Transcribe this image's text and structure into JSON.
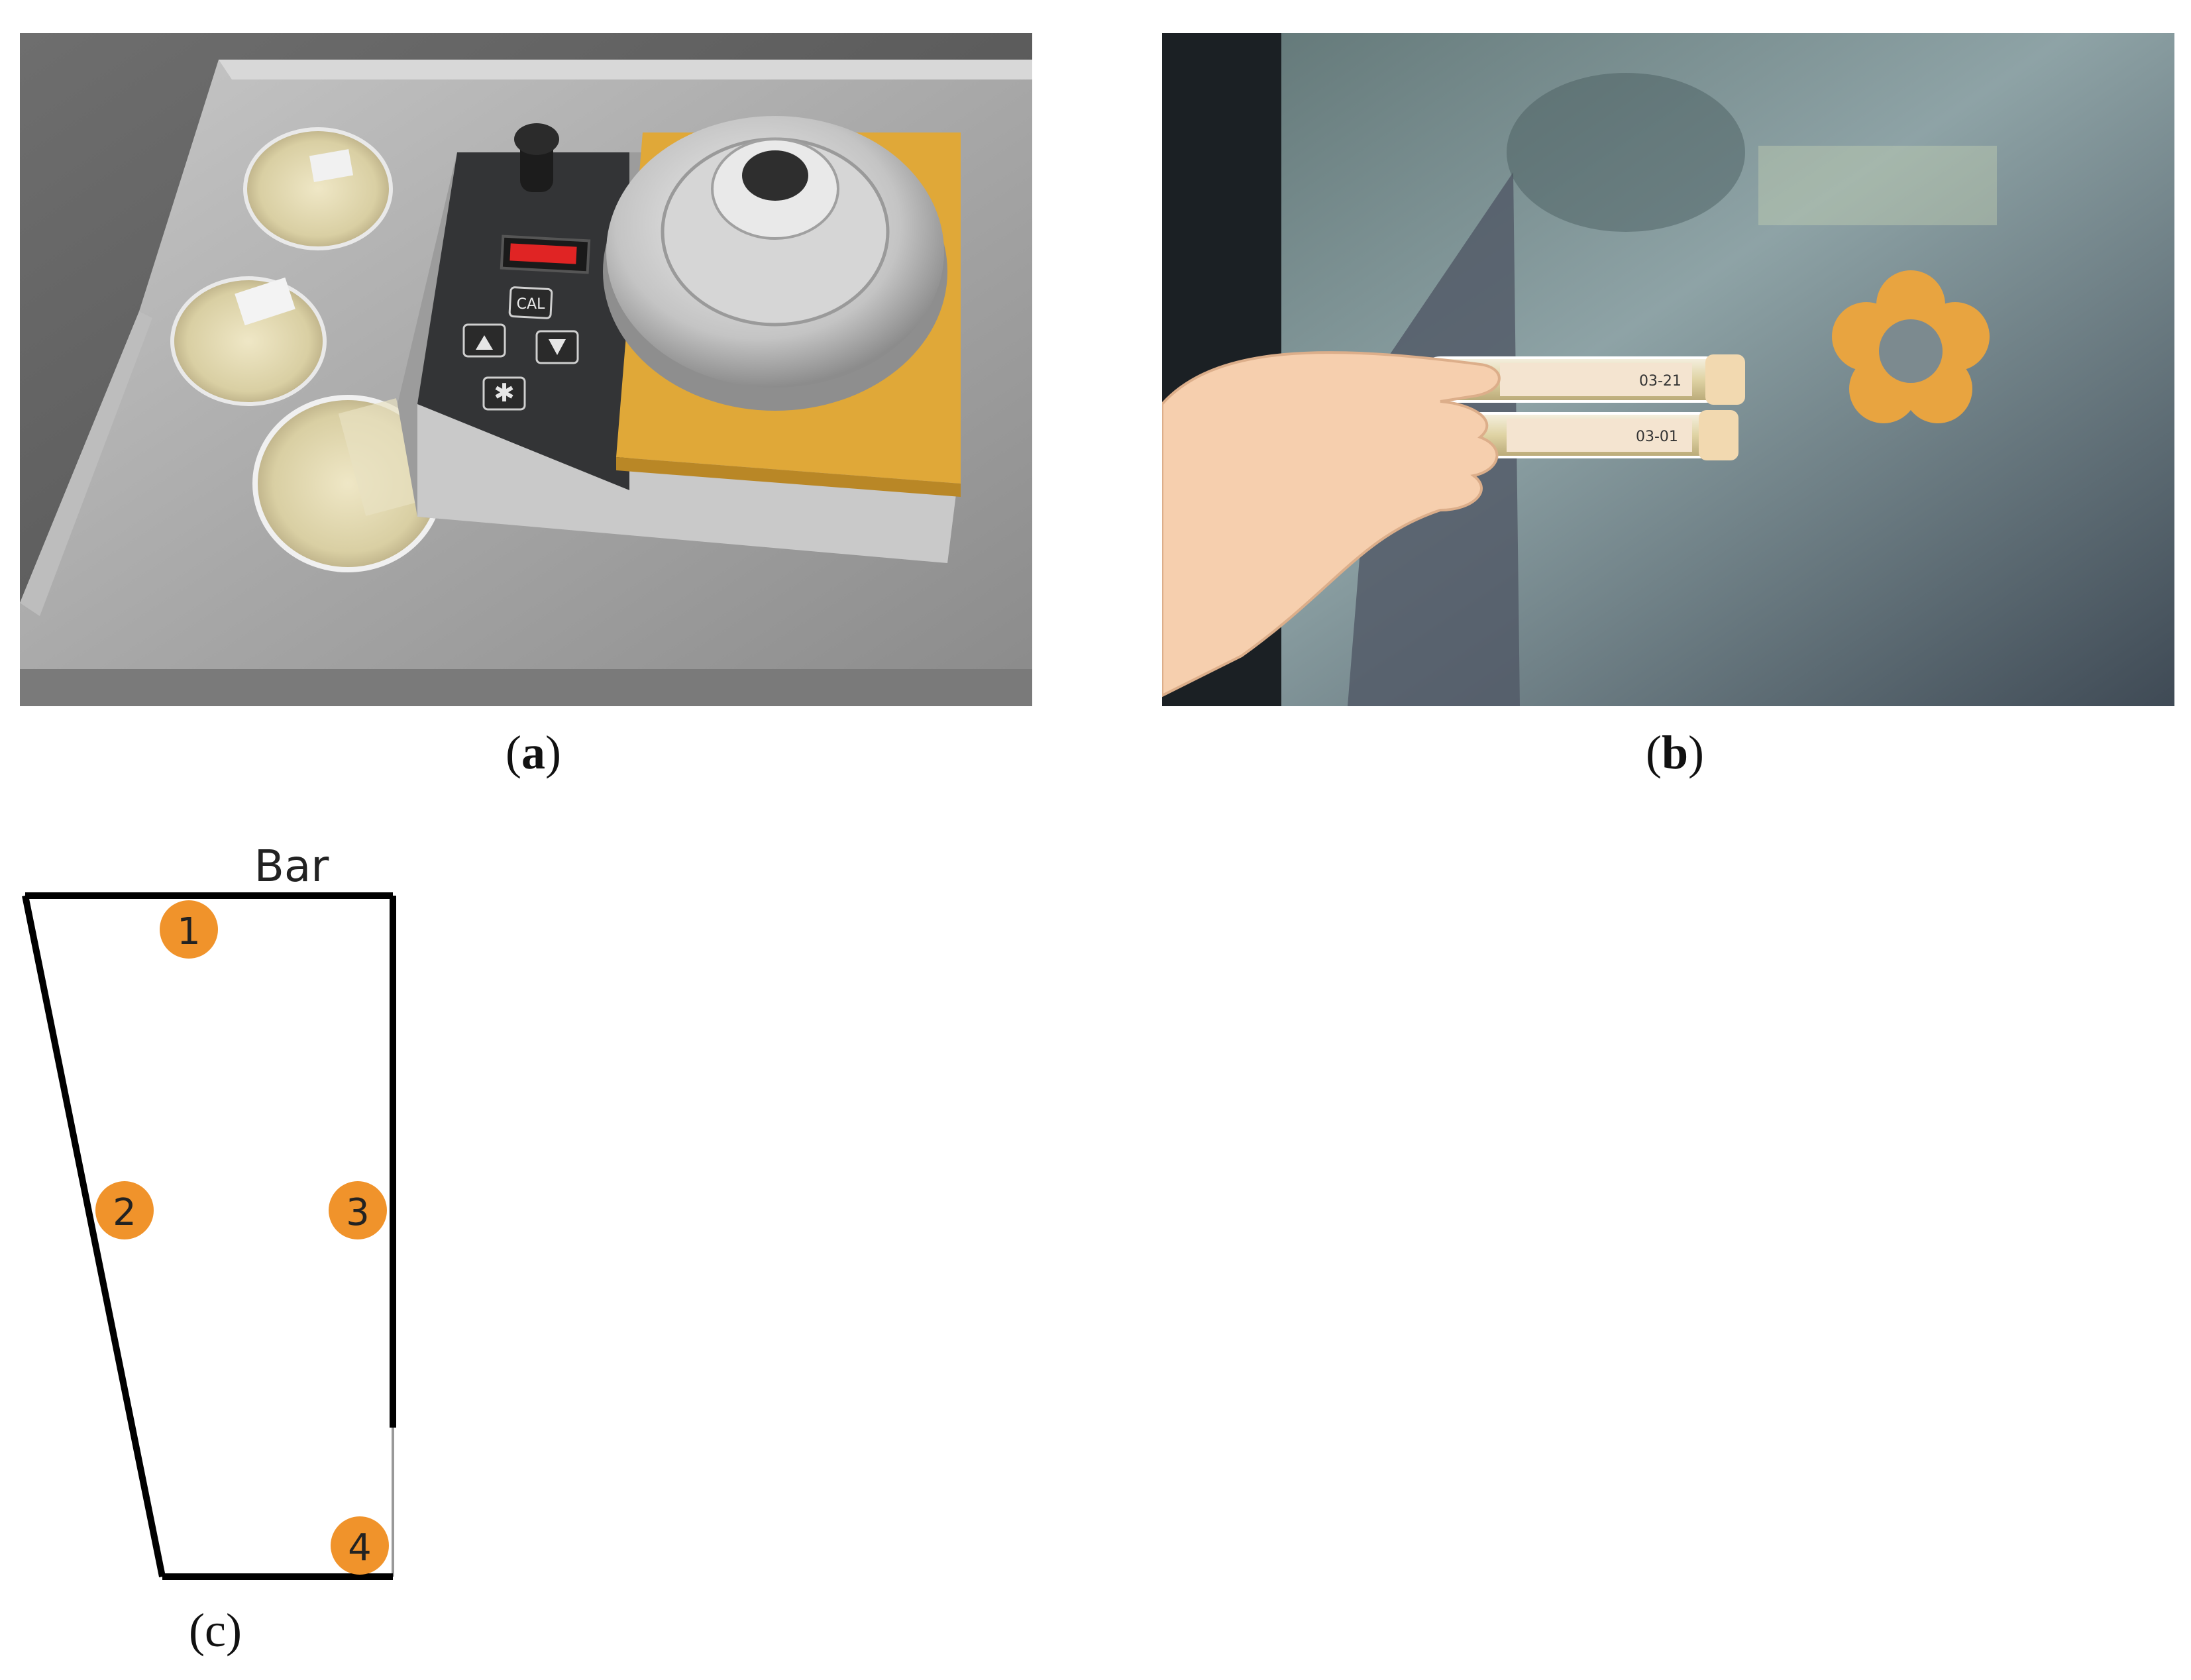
{
  "panels": {
    "a": {
      "label": "a",
      "device": {
        "buttons": [
          "CAL"
        ]
      }
    },
    "b": {
      "label": "b",
      "tube_labels": [
        "03-21",
        "03-01"
      ]
    },
    "c": {
      "label": "c",
      "bar_label": "Bar",
      "points": [
        "1",
        "2",
        "3",
        "4"
      ]
    }
  },
  "colors": {
    "marker_fill": "#f0932b",
    "tray_metal": "#9a9a9a",
    "sponge": "#e0a838",
    "glove": "#f6cfae"
  }
}
